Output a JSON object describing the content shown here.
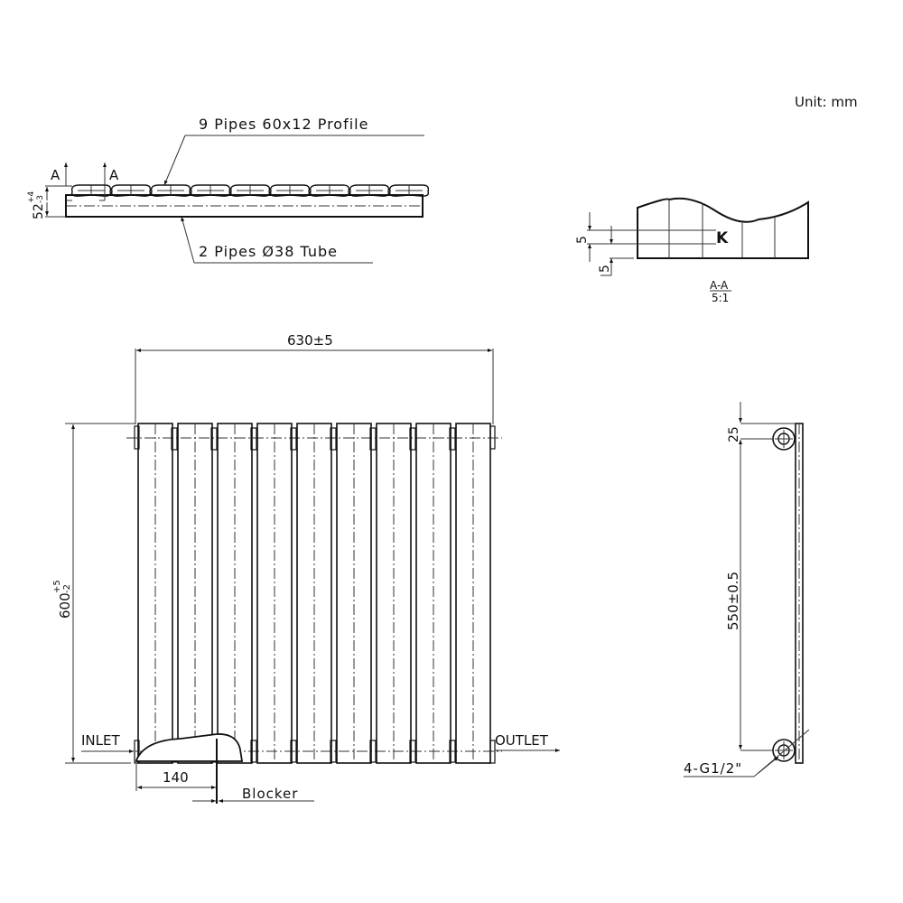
{
  "drawing": {
    "unit_label": "Unit: mm",
    "top_view": {
      "profile_callout": "9 Pipes 60x12 Profile",
      "tube_callout": "2 Pipes Ø38 Tube",
      "section_marker_left": "A",
      "section_marker_right": "A",
      "depth_dim": "52",
      "depth_tol_plus": "+4",
      "depth_tol_minus": "-3",
      "pipe_count": 9
    },
    "section_view": {
      "title": "A-A",
      "scale": "5:1",
      "dim_k": "5",
      "dim_bottom": "5",
      "weld_label": "K"
    },
    "front_view": {
      "width_dim": "630±5",
      "height_dim": "600",
      "height_tol_plus": "+5",
      "height_tol_minus": "-2",
      "inlet_label": "INLET",
      "outlet_label": "OUTLET",
      "blocker_offset_dim": "140",
      "blocker_label": "Blocker",
      "pipe_count": 9
    },
    "side_view": {
      "top_offset_dim": "25",
      "centers_dim": "550±0.5",
      "connection_label": "4-G1/2\""
    }
  }
}
